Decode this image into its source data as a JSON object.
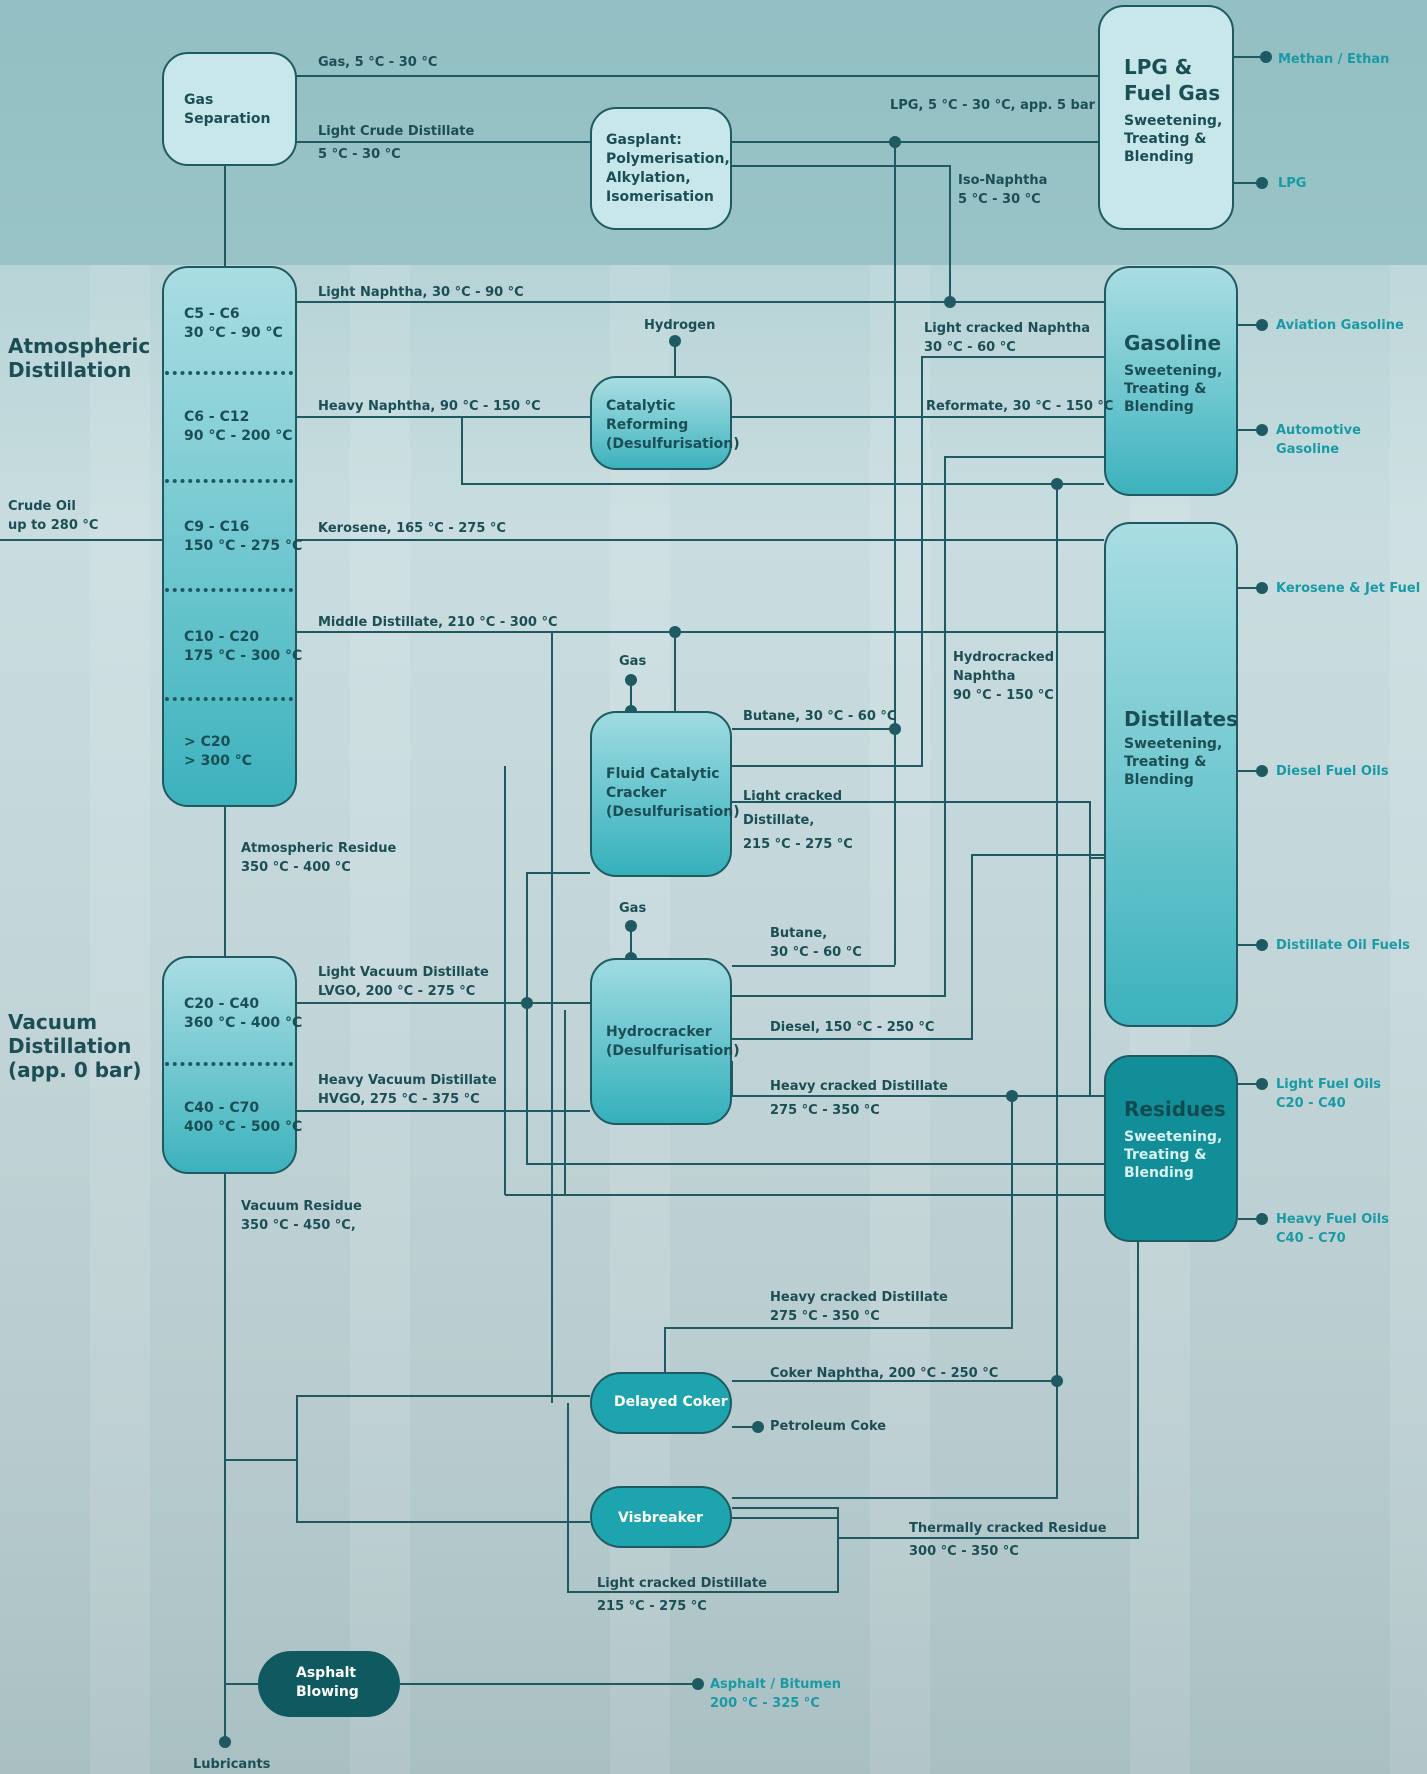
{
  "sections": {
    "atmospheric": "Atmospheric\nDistillation",
    "vacuum": "Vacuum\nDistillation\n(app. 0 bar)"
  },
  "feed": {
    "crude": "Crude Oil\nup to 280 °C"
  },
  "nodes": {
    "gas_separation": "Gas\nSeparation",
    "gasplant": "Gasplant:\nPolymerisation,\nAlkylation,\nIsomerisation",
    "catalytic_reforming": "Catalytic\nReforming\n(Desulfurisation)",
    "fcc": "Fluid Catalytic\nCracker\n(Desulfurisation)",
    "hydrocracker": "Hydrocracker\n(Desulfurisation)",
    "delayed_coker": "Delayed Coker",
    "visbreaker": "Visbreaker",
    "asphalt_blowing": "Asphalt\nBlowing"
  },
  "atm_fractions": [
    "C5 - C6\n30 °C - 90 °C",
    "C6 - C12\n90 °C - 200 °C",
    "C9 - C16\n150 °C - 275 °C",
    "C10 - C20\n175 °C - 300 °C",
    "> C20\n> 300 °C"
  ],
  "vac_fractions": [
    "C20 - C40\n360 °C - 400 °C",
    "C40 - C70\n400 °C - 500 °C"
  ],
  "pools": {
    "lpg": {
      "title": "LPG &\nFuel Gas",
      "sub": "Sweetening,\nTreating &\nBlending"
    },
    "gasoline": {
      "title": "Gasoline",
      "sub": "Sweetening,\nTreating &\nBlending"
    },
    "distillates": {
      "title": "Distillates",
      "sub": "Sweetening,\nTreating &\nBlending"
    },
    "residues": {
      "title": "Residues",
      "sub": "Sweetening,\nTreating &\nBlending"
    }
  },
  "streams": {
    "gas": "Gas, 5 °C - 30 °C",
    "light_crude": "Light Crude Distillate\n5 °C - 30 °C",
    "lpg": "LPG, 5 °C - 30 °C, app. 5 bar",
    "iso_naphtha": "Iso-Naphtha\n5 °C - 30 °C",
    "light_naphtha": "Light Naphtha,  30 °C - 90 °C",
    "hydrogen": "Hydrogen",
    "light_cracked_naphtha": "Light cracked Naphtha\n30 °C - 60 °C",
    "heavy_naphtha": "Heavy Naphtha, 90 °C - 150 °C",
    "reformate": "Reformate, 30 °C - 150 °C",
    "kerosene": "Kerosene, 165 °C - 275 °C",
    "middle_distillate": "Middle Distillate, 210 °C - 300 °C",
    "gas_fcc": "Gas",
    "hydrocracked_naphtha": "Hydrocracked\nNaphtha\n90 °C - 150 °C",
    "butane_fcc": "Butane, 30 °C - 60 °C",
    "light_cracked_distillate_fcc": "Light cracked\nDistillate,\n215 °C - 275 °C",
    "atm_residue": "Atmospheric Residue\n350 °C - 400 °C",
    "gas_hc": "Gas",
    "butane_hc": "Butane,\n 30 °C - 60 °C",
    "lvgo": "Light Vacuum Distillate\nLVGO, 200 °C - 275 °C",
    "diesel": "Diesel, 150 °C - 250 °C",
    "hvgo": "Heavy Vacuum Distillate\nHVGO, 275 °C - 375 °C",
    "heavy_cracked_distillate": "Heavy cracked Distillate\n275 °C - 350 °C",
    "vacuum_residue": "Vacuum Residue\n350 °C - 450 °C,",
    "heavy_cracked_distillate_2": "Heavy cracked Distillate\n275 °C - 350 °C",
    "coker_naphtha": "Coker Naphtha, 200 °C - 250 °C",
    "petroleum_coke": "Petroleum Coke",
    "thermally_cracked_residue": "Thermally cracked Residue\n300 °C - 350 °C",
    "light_cracked_distillate_vb": "Light cracked Distillate\n215 °C - 275 °C",
    "lubricants": "Lubricants"
  },
  "outputs": {
    "methan_ethan": "Methan / Ethan",
    "lpg": "LPG",
    "aviation_gasoline": "Aviation Gasoline",
    "automotive_gasoline": "Automotive Gasoline",
    "kerosene_jet": "Kerosene & Jet Fuel",
    "diesel_fuel_oils": "Diesel Fuel Oils",
    "distillate_oil_fuels": "Distillate Oil Fuels",
    "light_fuel_oils": "Light Fuel Oils\nC20 - C40",
    "heavy_fuel_oils": "Heavy Fuel Oils\nC40 - C70",
    "asphalt_bitumen": "Asphalt / Bitumen\n200 °C - 325 °C"
  },
  "colors": {
    "line": "#1f5a62",
    "output_text": "#1a9aa5",
    "asphalt": "#0e5a60"
  }
}
